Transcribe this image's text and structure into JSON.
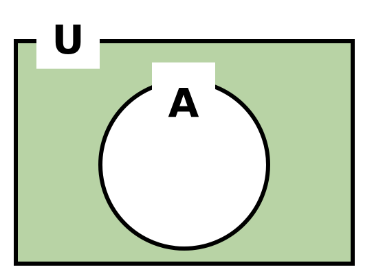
{
  "diagram": {
    "type": "venn-complement",
    "universe": {
      "label": "U",
      "fill": "#b8d3a5"
    },
    "set": {
      "label": "A",
      "fill": "#ffffff"
    },
    "label_box_fill": "#ffffff",
    "outline_color": "#000000",
    "text_color": "#000000"
  }
}
